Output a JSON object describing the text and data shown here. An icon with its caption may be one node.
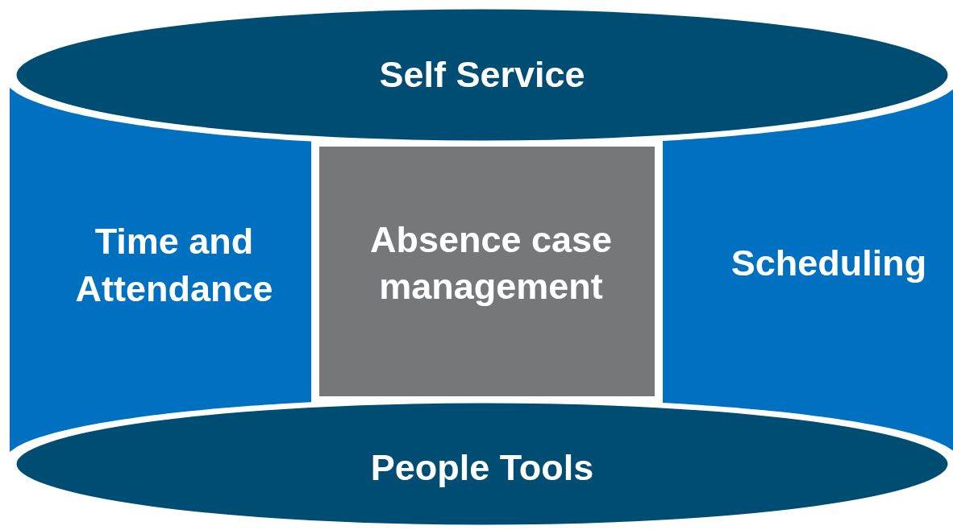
{
  "diagram": {
    "nodes": [
      {
        "text": [
          "Self Service"
        ]
      },
      {
        "text": [
          "Time and Attendance"
        ]
      },
      {
        "text": [
          "Absence case management"
        ]
      },
      {
        "text": [
          "Scheduling"
        ]
      },
      {
        "text": [
          "People Tools"
        ]
      }
    ]
  }
}
